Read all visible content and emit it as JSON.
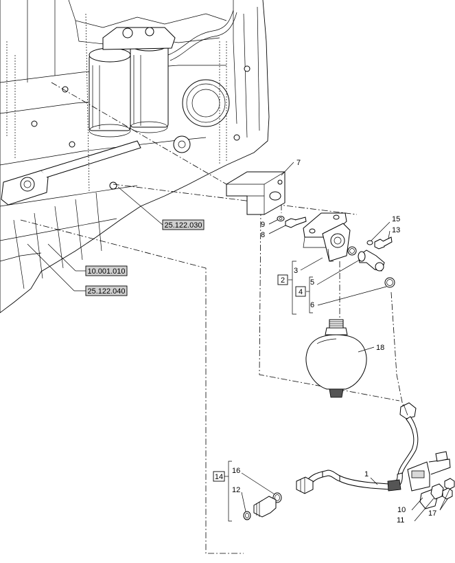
{
  "references": [
    "25.122.030",
    "10.001.010",
    "25.122.040"
  ],
  "group_labels": [
    "2",
    "4",
    "14"
  ],
  "callouts": [
    "1",
    "3",
    "5",
    "6",
    "7",
    "8",
    "9",
    "10",
    "11",
    "12",
    "13",
    "15",
    "16",
    "17",
    "18"
  ]
}
